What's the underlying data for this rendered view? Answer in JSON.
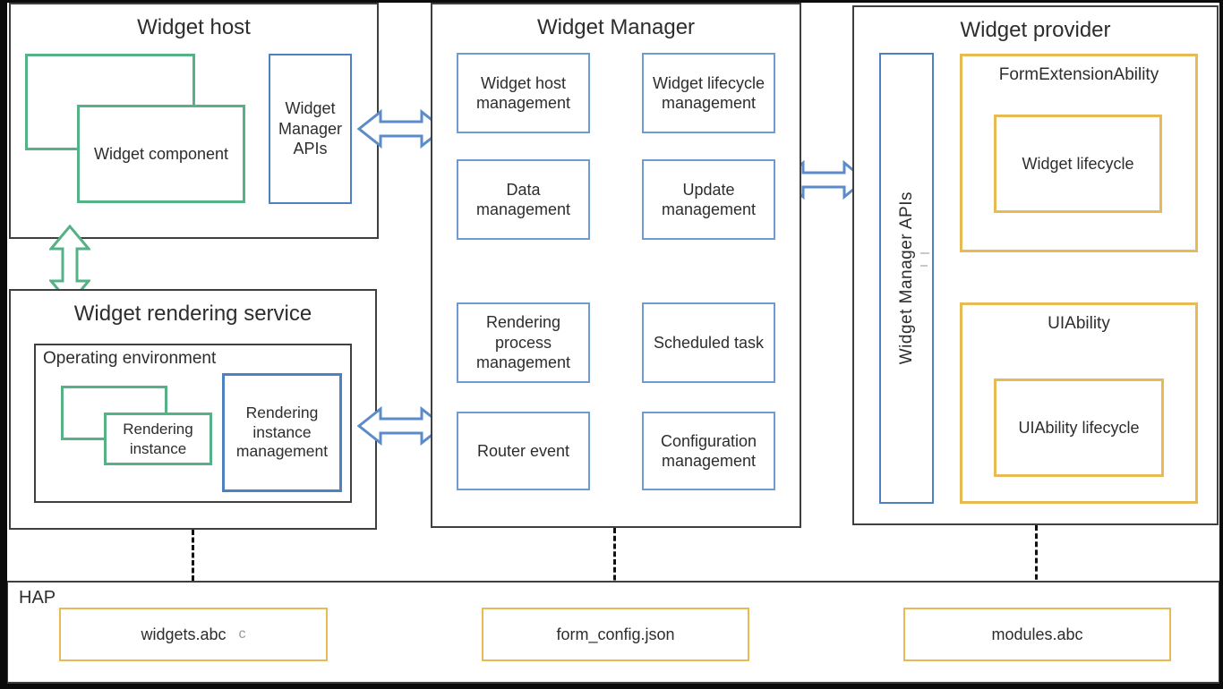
{
  "widget_host": {
    "title": "Widget host",
    "component_label": "Widget component",
    "apis_label": "Widget Manager APIs"
  },
  "widget_manager": {
    "title": "Widget Manager",
    "modules": [
      "Widget host management",
      "Widget lifecycle management",
      "Data management",
      "Update management",
      "Rendering process management",
      "Scheduled task",
      "Router event",
      "Configuration management"
    ]
  },
  "widget_provider": {
    "title": "Widget provider",
    "apis_label": "Widget Manager APIs",
    "form_extension": {
      "title": "FormExtensionAbility",
      "inner_label": "Widget lifecycle"
    },
    "uiability": {
      "title": "UIAbility",
      "inner_label": "UIAbility lifecycle"
    }
  },
  "rendering_service": {
    "title": "Widget rendering service",
    "operating_env_label": "Operating environment",
    "instance_label": "Rendering instance",
    "instance_mgmt_label": "Rendering instance management"
  },
  "hap": {
    "label": "HAP",
    "files": [
      "widgets.abc",
      "form_config.json",
      "modules.abc"
    ],
    "artifact_after_widgets": "c"
  },
  "colors": {
    "green": "#55b287",
    "blue": "#4d80c4",
    "blue_light": "#6f9ad2",
    "yellow": "#e7ba55",
    "box_border": "#3f3f3f",
    "frame": "#0b0b0b"
  }
}
